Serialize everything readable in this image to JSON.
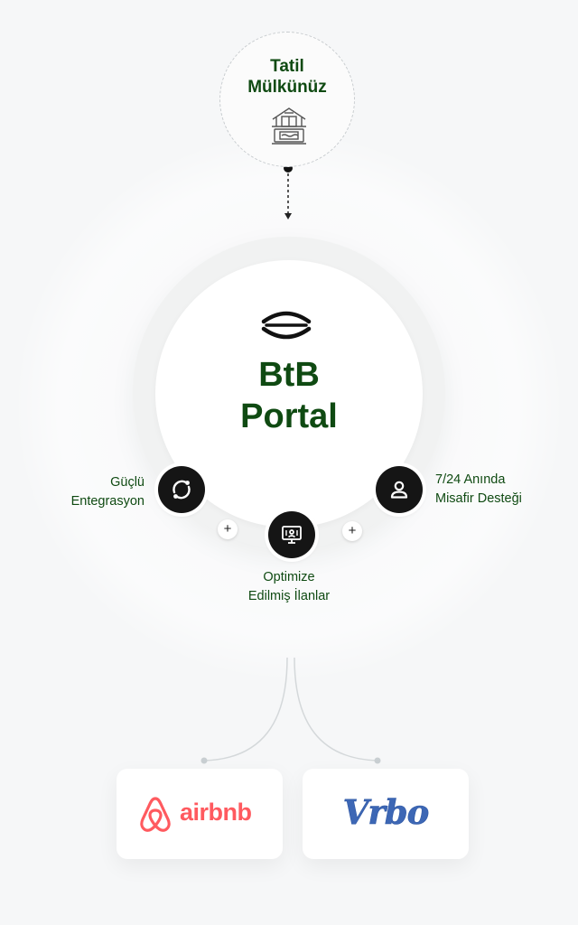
{
  "source": {
    "title_lines": [
      "Tatil",
      "Mülkünüz"
    ],
    "icon": "villa-pool-icon"
  },
  "portal": {
    "title_lines": [
      "BtB",
      "Portal"
    ],
    "logo_icon": "btb-logo-icon"
  },
  "features": [
    {
      "label_lines": [
        "Güçlü",
        "Entegrasyon"
      ],
      "icon": "sync-icon"
    },
    {
      "label_lines": [
        "Optimize",
        "Edilmiş İlanlar"
      ],
      "icon": "listing-monitor-icon"
    },
    {
      "label_lines": [
        "7/24 Anında",
        "Misafir Desteği"
      ],
      "icon": "user-support-icon"
    }
  ],
  "connectors": {
    "plus_symbol": "+"
  },
  "platforms": [
    {
      "name": "airbnb",
      "brand_color": "#ff5a5f"
    },
    {
      "name": "Vrbo",
      "brand_color": "#3d67b5"
    }
  ],
  "colors": {
    "primary_text": "#0f4a12",
    "icon_bg": "#151515",
    "page_bg": "#f6f7f8"
  }
}
